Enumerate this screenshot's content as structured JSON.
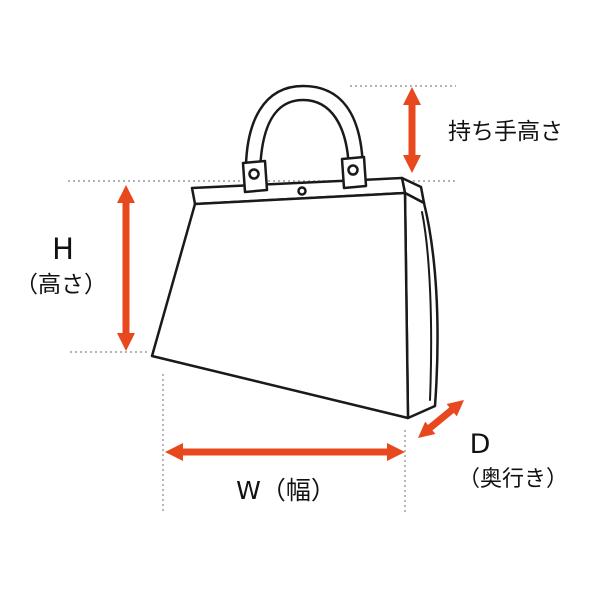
{
  "page": {
    "background": "#ffffff"
  },
  "colors": {
    "arrow_accent": "#e8481e",
    "line_art": "#1a1a1a",
    "guide_line": "#9a9a9a",
    "text": "#111111"
  },
  "diagram": {
    "type": "product-dimension-diagram",
    "subject": "handbag",
    "labels": {
      "handle_height": "持ち手高さ",
      "height_symbol": "H",
      "height_unit": "（高さ）",
      "width": "W（幅）",
      "depth_symbol": "D",
      "depth_unit": "（奥行き）"
    }
  }
}
